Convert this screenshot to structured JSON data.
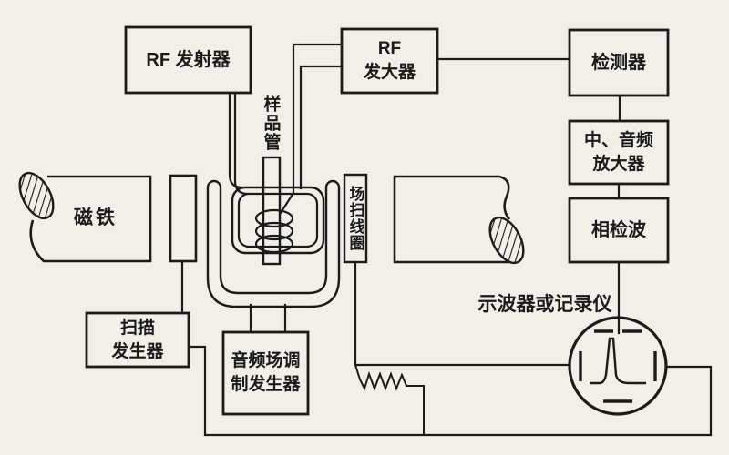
{
  "colors": {
    "background": "#f1efe8",
    "line": "#1b1b1b"
  },
  "blocks": {
    "rf_transmitter": "RF 发射器",
    "rf_amplifier": "RF\n发大器",
    "detector": "检测器",
    "if_af_amplifier": "中、音频\n放大器",
    "phase_detector": "相检波",
    "magnet": "磁铁",
    "sweep_generator": "扫描\n发生器",
    "af_modulation_generator": "音频场调\n制发生器"
  },
  "labels": {
    "sample_tube": "样品管",
    "field_sweep_coil": "场扫线圈",
    "oscilloscope": "示波器或记录仪"
  }
}
